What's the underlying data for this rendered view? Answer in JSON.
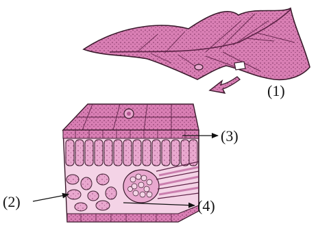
{
  "colors": {
    "tissue": "#d97fb4",
    "tissue_light": "#e9a8cf",
    "tissue_dark": "#b85a95",
    "outline": "#3a1a2c",
    "label": "#111111"
  },
  "labels": {
    "l1": "(1)",
    "l2": "(2)",
    "l3": "(3)",
    "l4": "(4)"
  },
  "icons": {
    "leaf": "leaf-icon",
    "arrow": "zoom-arrow-icon",
    "section": "leaf-cross-section-icon"
  }
}
